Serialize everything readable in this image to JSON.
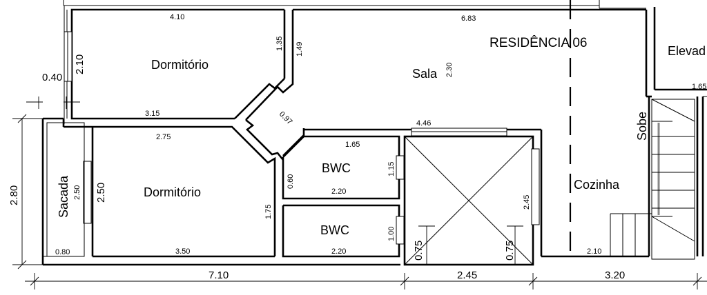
{
  "title": "RESIDÊNCIA 06",
  "rooms": {
    "dormitorio_top": "Dormitório",
    "dormitorio_bottom": "Dormitório",
    "sala": "Sala",
    "bwc_top": "BWC",
    "bwc_bottom": "BWC",
    "cozinha": "Cozinha",
    "sacada": "Sacada",
    "sobe": "Sobe",
    "elevador": "Elevad"
  },
  "dimensions": {
    "d410": "4.10",
    "d683": "6.83",
    "d135": "1.35",
    "d149": "1.49",
    "d210a": "2.10",
    "d040": "0.40",
    "d315": "3.15",
    "d230": "2.30",
    "d097": "0.97",
    "d446": "4.46",
    "d275": "2.75",
    "d165": "1.65",
    "d165b": "1.65",
    "d115": "1.15",
    "d060": "0.60",
    "d220a": "2.20",
    "d250a": "2.50",
    "d250b": "2.50",
    "d280": "2.80",
    "d175": "1.75",
    "d100": "1.00",
    "d245a": "2.45",
    "d075a": "0.75",
    "d075b": "0.75",
    "d080": "0.80",
    "d350": "3.50",
    "d220b": "2.20",
    "d210b": "2.10",
    "d710": "7.10",
    "d245b": "2.45",
    "d320": "3.20"
  }
}
